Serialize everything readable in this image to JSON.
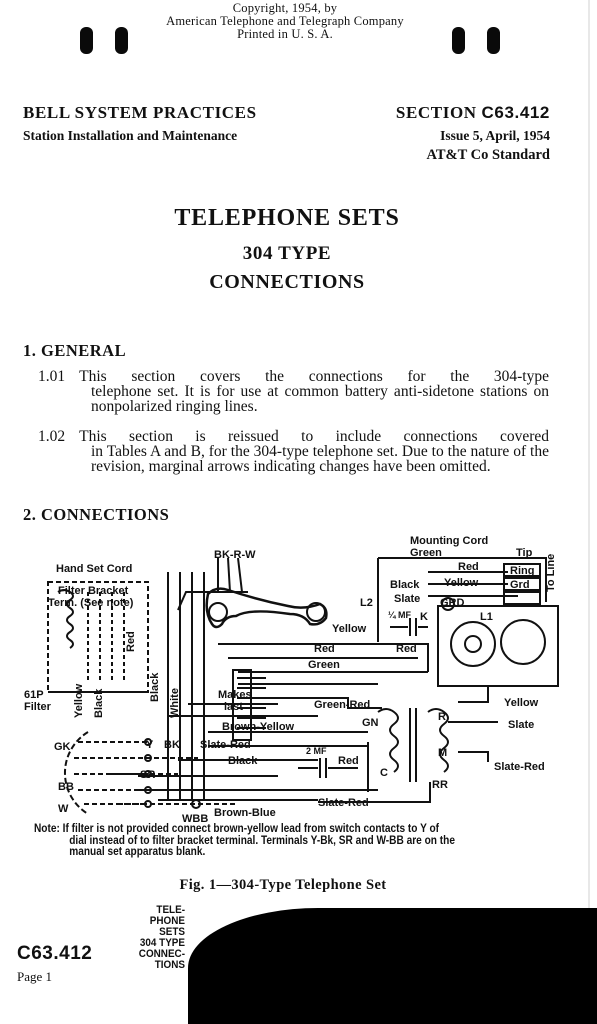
{
  "copyright": {
    "line1": "Copyright, 1954, by",
    "line2": "American Telephone and Telegraph Company",
    "line3": "Printed in U. S. A."
  },
  "header": {
    "left_line1": "BELL SYSTEM PRACTICES",
    "left_line2": "Station Installation and Maintenance",
    "section_word": "SECTION",
    "section_number": "C63.412",
    "issue": "Issue 5, April, 1954",
    "standard": "AT&T Co Standard"
  },
  "title": {
    "line1": "TELEPHONE SETS",
    "line2": "304 TYPE",
    "line3": "CONNECTIONS"
  },
  "sections": [
    {
      "heading": "1. GENERAL",
      "paragraphs": [
        {
          "number": "1.01",
          "text_first": "This section covers the connections for the 304-type",
          "text_rest": "telephone set. It is for use at common battery anti-sidetone stations on nonpolarized ringing lines."
        },
        {
          "number": "1.02",
          "text_first": "This section is reissued to include connections covered",
          "text_rest": "in Tables A and B, for the 304-type telephone set. Due to the nature of the revision, marginal arrows indicating changes have been omitted."
        }
      ]
    },
    {
      "heading": "2. CONNECTIONS"
    }
  ],
  "diagram": {
    "labels": {
      "mounting_cord": "Mounting Cord",
      "green_top": "Green",
      "tip": "Tip",
      "ring": "Ring",
      "grd": "Grd",
      "to_line": "To Line",
      "red_top": "Red",
      "yellow_top": "Yellow",
      "black_top": "Black",
      "slate_top": "Slate",
      "grd_term": "GRD",
      "l1": "L1",
      "l2": "L2",
      "mf_quarter": "¼ MF",
      "k": "K",
      "yellow_mid": "Yellow",
      "red_mid": "Red",
      "hand_set_cord": "Hand Set Cord",
      "bk_r_w": "BK-R-W",
      "filter_bracket": "Filter Bracket",
      "term_note": "Term. (See note)",
      "red_filter": "Red",
      "red_long": "Red",
      "green_long": "Green",
      "makes": "Makes",
      "last": "last",
      "green_red": "Green-Red",
      "brown_yellow": "Brown-Yellow",
      "gn": "GN",
      "r": "R",
      "yellow_right": "Yellow",
      "slate_right": "Slate",
      "slate_red_left": "Slate-Red",
      "mf_2": "2 MF",
      "m": "M",
      "black_lower": "Black",
      "red_lower": "Red",
      "slate_red_right": "Slate-Red",
      "c": "C",
      "rr": "RR",
      "filter_61p": "61P",
      "filter_word": "Filter",
      "yellow_vert": "Yellow",
      "black_vert": "Black",
      "black_vert2": "Black",
      "white_vert": "White",
      "y": "Y",
      "bk": "BK",
      "slate_red_bottom": "Slate-Red",
      "brown_blue": "Brown-Blue",
      "wbb": "WBB",
      "gk": "GK",
      "sr": "SR",
      "bb": "BB",
      "w": "W"
    }
  },
  "note": {
    "label": "Note:",
    "text_first": "If filter is not provided connect brown-yellow lead from switch contacts to Y of",
    "text_rest": "dial instead of to filter bracket terminal. Terminals Y-Bk, SR and W-BB are on the manual set apparatus blank."
  },
  "figure_caption": "Fig. 1—304-Type Telephone Set",
  "tab": {
    "lines": [
      "TELE-",
      "PHONE",
      "SETS",
      "304 TYPE",
      "CONNEC-",
      "TIONS"
    ]
  },
  "footer": {
    "section_number": "C63.412",
    "page": "Page 1"
  }
}
